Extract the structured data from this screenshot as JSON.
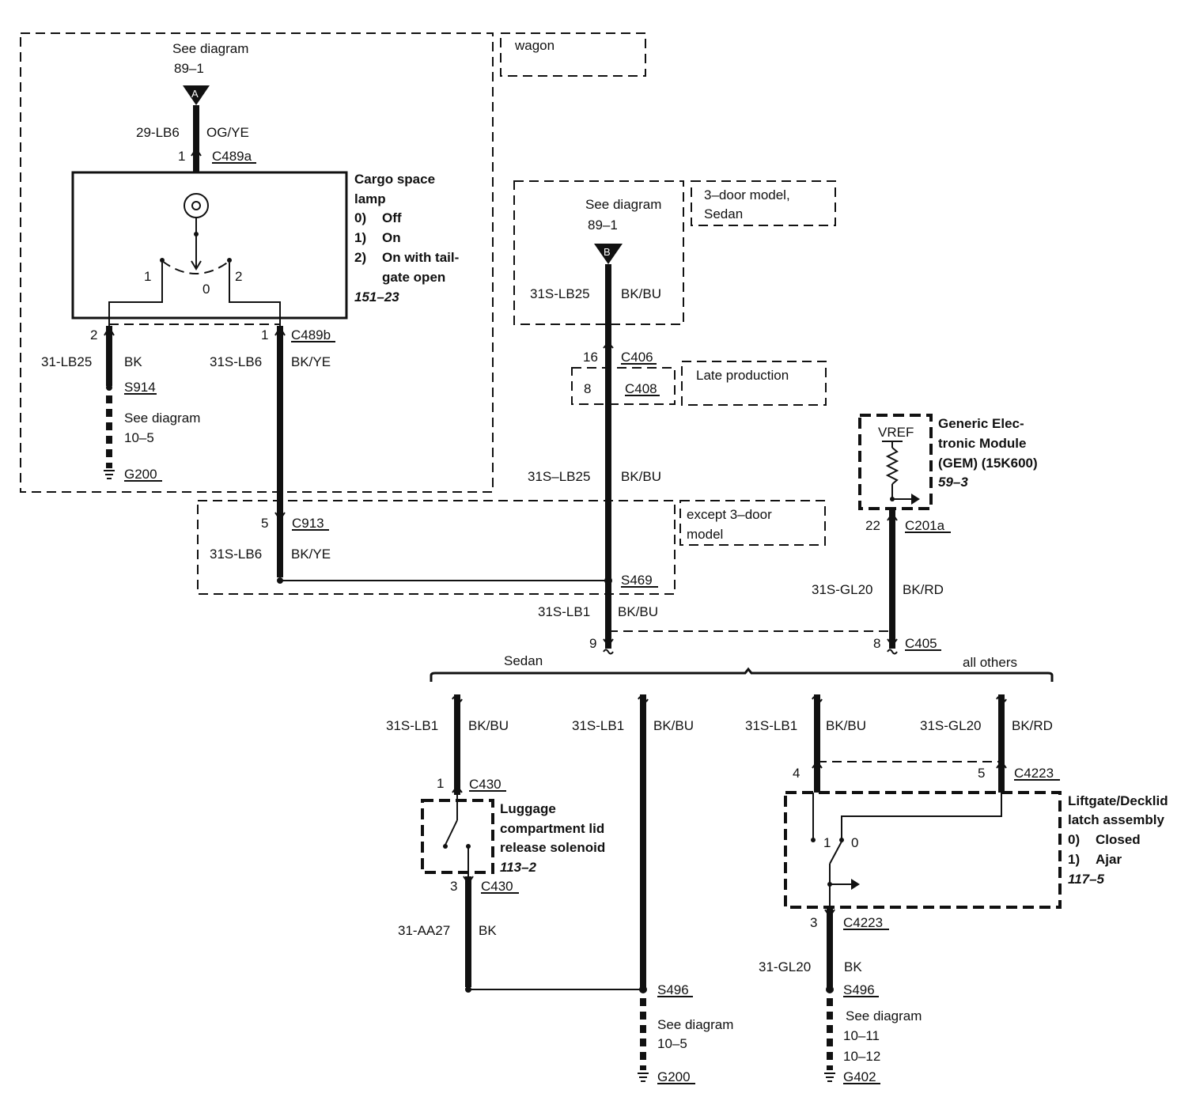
{
  "regions": {
    "wagon": "wagon",
    "three_door_sedan": [
      "3–door model,",
      "Sedan"
    ],
    "late_production": "Late production",
    "except_3door": [
      "except 3–door",
      "model"
    ]
  },
  "refs": {
    "a": {
      "see": "See diagram",
      "num": "89–1",
      "letter": "A"
    },
    "b": {
      "see": "See diagram",
      "num": "89–1",
      "letter": "B"
    }
  },
  "cargo": {
    "lines": [
      "Cargo space",
      "lamp",
      "0)",
      "Off",
      "1)",
      "On",
      "2)",
      "On with tail-",
      "gate open"
    ],
    "ref": "151–23",
    "pos1": "1",
    "pos0": "0",
    "pos2": "2"
  },
  "gem": {
    "lines": [
      "Generic Elec-",
      "tronic Module",
      "(GEM) (15K600)"
    ],
    "ref": "59–3",
    "vref": "VREF"
  },
  "solenoid": {
    "lines": [
      "Luggage",
      "compartment lid",
      "release solenoid"
    ],
    "ref": "113–2"
  },
  "latch": {
    "lines": [
      "Liftgate/Decklid",
      "latch assembly",
      "0)",
      "Closed",
      "1)",
      "Ajar"
    ],
    "ref": "117–5",
    "pos1": "1",
    "pos0": "0"
  },
  "wires": {
    "w1": {
      "circuit": "29-LB6",
      "color": "OG/YE"
    },
    "w2": {
      "circuit": "31-LB25",
      "color": "BK"
    },
    "w3": {
      "circuit": "31S-LB6",
      "color": "BK/YE"
    },
    "w4": {
      "circuit": "31S-LB25",
      "color": "BK/BU"
    },
    "w5": {
      "circuit": "31S–LB25",
      "color": "BK/BU"
    },
    "w6": {
      "circuit": "31S-LB6",
      "color": "BK/YE"
    },
    "w7": {
      "circuit": "31S-GL20",
      "color": "BK/RD"
    },
    "w8": {
      "circuit": "31S-LB1",
      "color": "BK/BU"
    },
    "w9": {
      "circuit": "31S-LB1",
      "color": "BK/BU"
    },
    "w10": {
      "circuit": "31S-LB1",
      "color": "BK/BU"
    },
    "w11": {
      "circuit": "31S-LB1",
      "color": "BK/BU"
    },
    "w12": {
      "circuit": "31S-GL20",
      "color": "BK/RD"
    },
    "w13": {
      "circuit": "31-AA27",
      "color": "BK"
    },
    "w14": {
      "circuit": "31-GL20",
      "color": "BK"
    }
  },
  "connectors": {
    "c489a": {
      "pin": "1",
      "id": "C489a"
    },
    "c489b_2": {
      "pin": "2"
    },
    "c489b_1": {
      "pin": "1",
      "id": "C489b"
    },
    "c406": {
      "pin": "16",
      "id": "C406"
    },
    "c408": {
      "pin": "8",
      "id": "C408"
    },
    "c913": {
      "pin": "5",
      "id": "C913"
    },
    "c201a": {
      "pin": "22",
      "id": "C201a"
    },
    "c405_9": {
      "pin": "9"
    },
    "c405_8": {
      "pin": "8",
      "id": "C405"
    },
    "c430_1": {
      "pin": "1",
      "id": "C430"
    },
    "c430_3": {
      "pin": "3",
      "id": "C430"
    },
    "c4223_4": {
      "pin": "4"
    },
    "c4223_5": {
      "pin": "5",
      "id": "C4223"
    },
    "c4223_3": {
      "pin": "3",
      "id": "C4223"
    }
  },
  "splices": {
    "s914": "S914",
    "s469": "S469",
    "s496a": "S496",
    "s496b": "S496"
  },
  "grounds": {
    "g200a": {
      "see": "See diagram",
      "refs": [
        "10–5"
      ],
      "id": "G200"
    },
    "g200b": {
      "see": "See diagram",
      "refs": [
        "10–5"
      ],
      "id": "G200"
    },
    "g402": {
      "see": "See diagram",
      "refs": [
        "10–11",
        "10–12"
      ],
      "id": "G402"
    }
  },
  "branch": {
    "left": "Sedan",
    "right": "all others"
  }
}
